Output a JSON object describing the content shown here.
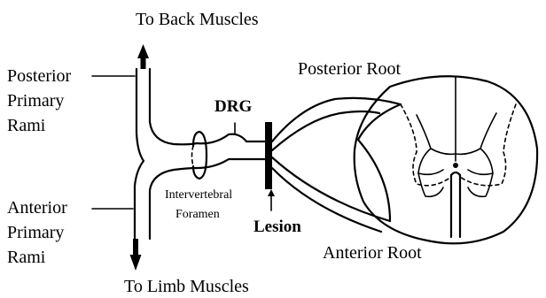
{
  "labels": {
    "to_back_muscles": "To Back Muscles",
    "posterior_primary_rami": [
      "Posterior",
      "Primary",
      "Rami"
    ],
    "anterior_primary_rami": [
      "Anterior",
      "Primary",
      "Rami"
    ],
    "to_limb_muscles": "To Limb Muscles",
    "drg": "DRG",
    "intervertebral_foramen": [
      "Intervertebral",
      "Foramen"
    ],
    "lesion": "Lesion",
    "posterior_root": "Posterior Root",
    "anterior_root": "Anterior Root"
  },
  "colors": {
    "line": "#000000",
    "background": "#ffffff"
  }
}
